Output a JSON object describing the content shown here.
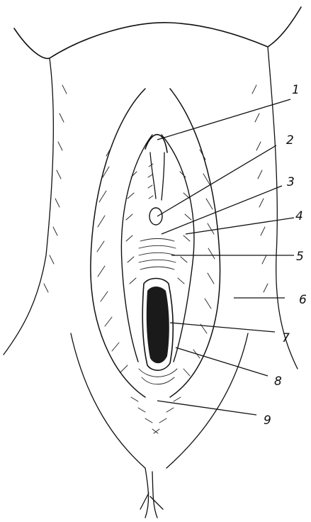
{
  "figure": {
    "callouts": [
      {
        "label": "1",
        "target": "clitoral-prepuce"
      },
      {
        "label": "2",
        "target": "clitoris"
      },
      {
        "label": "3",
        "target": "urethral-opening"
      },
      {
        "label": "4",
        "target": "labium-minus"
      },
      {
        "label": "5",
        "target": "vaginal-vestibule-upper"
      },
      {
        "label": "6",
        "target": "labium-majus"
      },
      {
        "label": "7",
        "target": "vaginal-opening"
      },
      {
        "label": "8",
        "target": "hymen-remnants"
      },
      {
        "label": "9",
        "target": "perineum"
      }
    ]
  }
}
